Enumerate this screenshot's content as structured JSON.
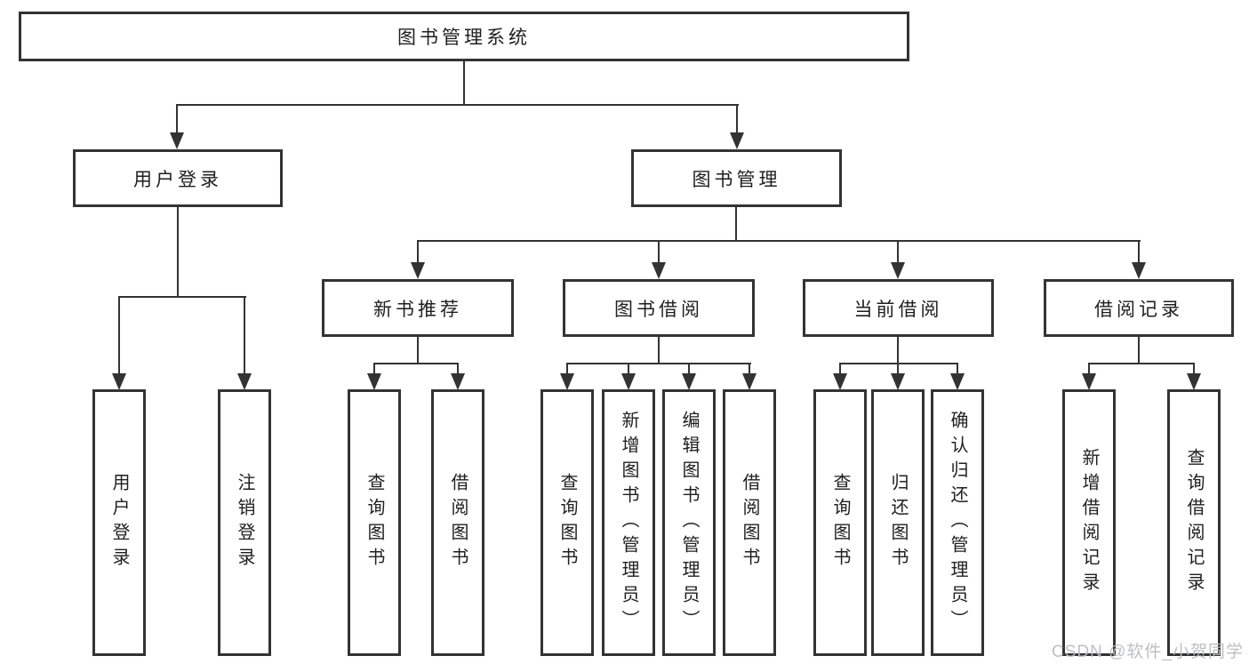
{
  "diagram_type": "hierarchy-tree",
  "tree": {
    "label": "图书管理系统",
    "children": [
      {
        "label": "用户登录",
        "children": [
          {
            "label": "用户登录"
          },
          {
            "label": "注销登录"
          }
        ]
      },
      {
        "label": "图书管理",
        "children": [
          {
            "label": "新书推荐",
            "children": [
              {
                "label": "查询图书"
              },
              {
                "label": "借阅图书"
              }
            ]
          },
          {
            "label": "图书借阅",
            "children": [
              {
                "label": "查询图书"
              },
              {
                "label": "新增图书（管理员）"
              },
              {
                "label": "编辑图书（管理员）"
              },
              {
                "label": "借阅图书"
              }
            ]
          },
          {
            "label": "当前借阅",
            "children": [
              {
                "label": "查询图书"
              },
              {
                "label": "归还图书"
              },
              {
                "label": "确认归还（管理员）"
              }
            ]
          },
          {
            "label": "借阅记录",
            "children": [
              {
                "label": "新增借阅记录"
              },
              {
                "label": "查询借阅记录"
              }
            ]
          }
        ]
      }
    ]
  },
  "watermark": "CSDN @软件_小贺同学",
  "colors": {
    "line": "#333333",
    "box_fill": "#ffffff",
    "text": "#1f1f1f",
    "watermark_text": "#bbbcbe",
    "background": "#ffffff"
  }
}
